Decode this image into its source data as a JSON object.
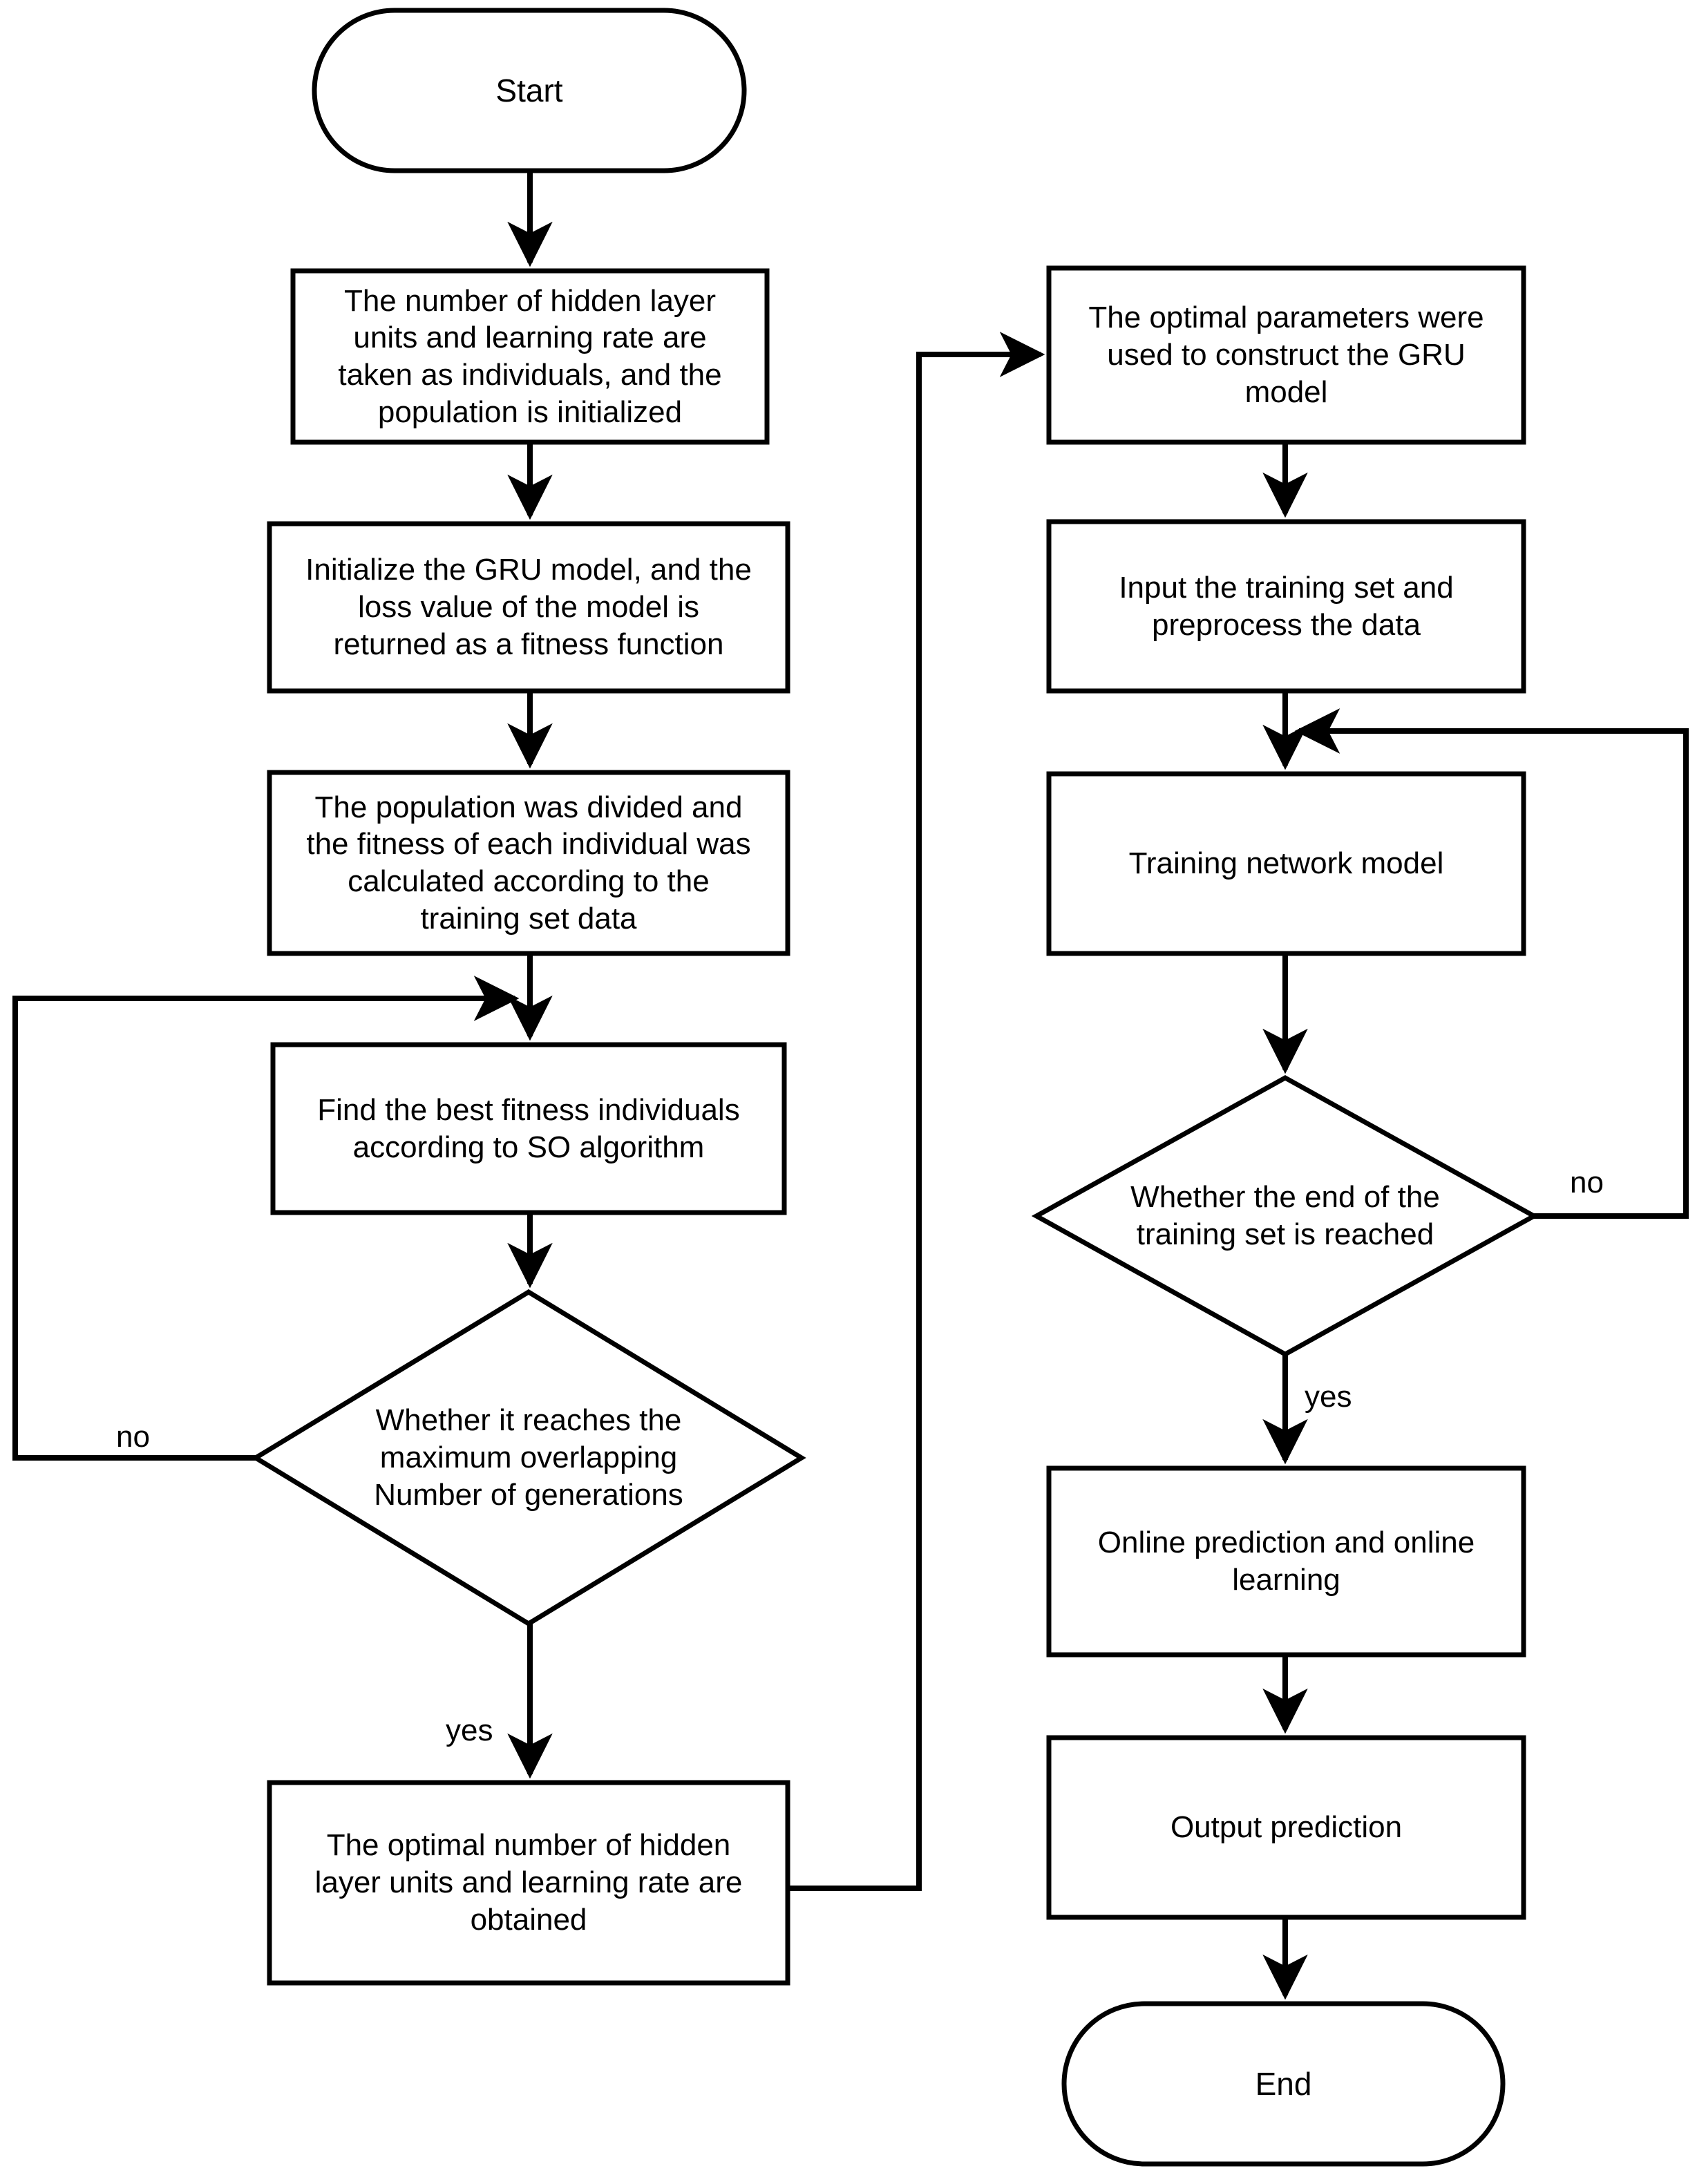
{
  "diagram": {
    "type": "flowchart",
    "orientation": "two-column",
    "stroke_color": "#000000",
    "fill_color": "#ffffff",
    "background": "#ffffff"
  },
  "nodes": {
    "start": {
      "shape": "terminator",
      "text": "Start"
    },
    "init_population": {
      "shape": "process",
      "text": "The number of hidden layer\nunits and learning rate are\ntaken as individuals, and the\npopulation is initialized"
    },
    "init_gru": {
      "shape": "process",
      "text": "Initialize the GRU model, and the\nloss value of the model is\nreturned as a fitness function"
    },
    "divide_population": {
      "shape": "process",
      "text": "The population was divided and\nthe fitness of each individual was\ncalculated according to the\ntraining set data"
    },
    "find_best_fitness": {
      "shape": "process",
      "text": "Find the best fitness individuals\naccording to SO algorithm"
    },
    "decision_max_generations": {
      "shape": "decision",
      "text": "Whether it reaches the\nmaximum overlapping\nNumber of generations"
    },
    "optimal_params_obtained": {
      "shape": "process",
      "text": "The optimal number of hidden\nlayer units and learning rate are\nobtained"
    },
    "construct_gru": {
      "shape": "process",
      "text": "The optimal parameters were\nused to construct the GRU\nmodel"
    },
    "input_training_set": {
      "shape": "process",
      "text": "Input the training set and\npreprocess the data"
    },
    "training_network_model": {
      "shape": "process",
      "text": "Training network model"
    },
    "decision_end_training": {
      "shape": "decision",
      "text": "Whether the end of the\ntraining set is reached"
    },
    "online_prediction": {
      "shape": "process",
      "text": "Online prediction and online\nlearning"
    },
    "output_prediction": {
      "shape": "process",
      "text": "Output prediction"
    },
    "end": {
      "shape": "terminator",
      "text": "End"
    }
  },
  "edge_labels": {
    "generations_no": "no",
    "generations_yes": "yes",
    "training_no": "no",
    "training_yes": "yes"
  },
  "edges": [
    {
      "from": "start",
      "to": "init_population",
      "label": ""
    },
    {
      "from": "init_population",
      "to": "init_gru",
      "label": ""
    },
    {
      "from": "init_gru",
      "to": "divide_population",
      "label": ""
    },
    {
      "from": "divide_population",
      "to": "find_best_fitness",
      "label": ""
    },
    {
      "from": "find_best_fitness",
      "to": "decision_max_generations",
      "label": ""
    },
    {
      "from": "decision_max_generations",
      "to": "find_best_fitness",
      "label": "no"
    },
    {
      "from": "decision_max_generations",
      "to": "optimal_params_obtained",
      "label": "yes"
    },
    {
      "from": "optimal_params_obtained",
      "to": "construct_gru",
      "label": ""
    },
    {
      "from": "construct_gru",
      "to": "input_training_set",
      "label": ""
    },
    {
      "from": "input_training_set",
      "to": "training_network_model",
      "label": ""
    },
    {
      "from": "training_network_model",
      "to": "decision_end_training",
      "label": ""
    },
    {
      "from": "decision_end_training",
      "to": "training_network_model",
      "label": "no"
    },
    {
      "from": "decision_end_training",
      "to": "online_prediction",
      "label": "yes"
    },
    {
      "from": "online_prediction",
      "to": "output_prediction",
      "label": ""
    },
    {
      "from": "output_prediction",
      "to": "end",
      "label": ""
    }
  ]
}
